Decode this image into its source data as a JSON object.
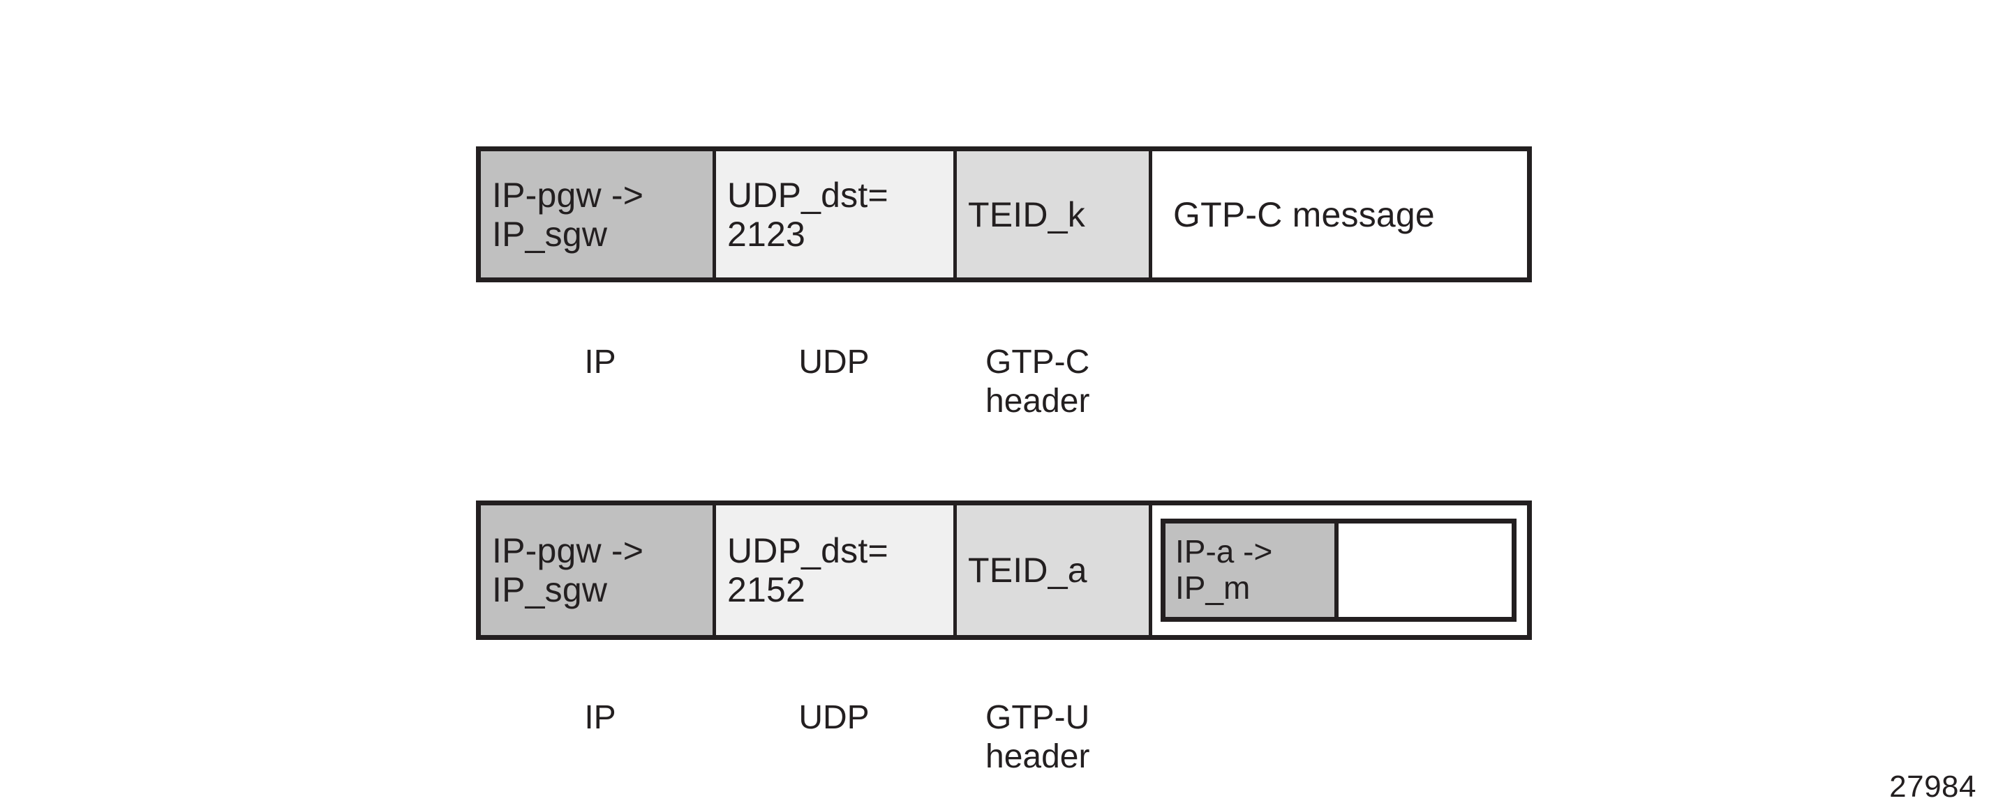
{
  "figure": {
    "id_label": "27984",
    "background_color": "#ffffff",
    "line_color": "#231f20"
  },
  "palette": {
    "ip_fill": "#c0c0c0",
    "udp_fill": "#f0f0f0",
    "gtp_header_fill": "#dcdcdc",
    "payload_fill": "#ffffff"
  },
  "diagrams": [
    {
      "name": "gtp-c-packet",
      "cells": [
        {
          "text": "IP-pgw ->\nIP_sgw",
          "fill": "ip_fill",
          "align": "left"
        },
        {
          "text": "UDP_dst=\n2123",
          "fill": "udp_fill",
          "align": "left"
        },
        {
          "text": "TEID_k",
          "fill": "gtp_header_fill",
          "align": "left"
        },
        {
          "text": "GTP-C message",
          "fill": "payload_fill",
          "align": "left"
        }
      ],
      "captions": [
        {
          "text": "IP",
          "align": "center"
        },
        {
          "text": "UDP",
          "align": "center"
        },
        {
          "text": "GTP-C\nheader",
          "align": "left"
        }
      ]
    },
    {
      "name": "gtp-u-packet",
      "cells": [
        {
          "text": "IP-pgw ->\nIP_sgw",
          "fill": "ip_fill",
          "align": "left"
        },
        {
          "text": "UDP_dst=\n2152",
          "fill": "udp_fill",
          "align": "left"
        },
        {
          "text": "TEID_a",
          "fill": "gtp_header_fill",
          "align": "left"
        },
        {
          "text": "",
          "fill": "payload_fill",
          "align": "left"
        }
      ],
      "inner_packet": {
        "cells": [
          {
            "text": "IP-a ->\nIP_m",
            "fill": "ip_fill"
          },
          {
            "text": "",
            "fill": "payload_fill"
          }
        ]
      },
      "captions": [
        {
          "text": "IP",
          "align": "center"
        },
        {
          "text": "UDP",
          "align": "center"
        },
        {
          "text": "GTP-U\nheader",
          "align": "left"
        }
      ]
    }
  ]
}
